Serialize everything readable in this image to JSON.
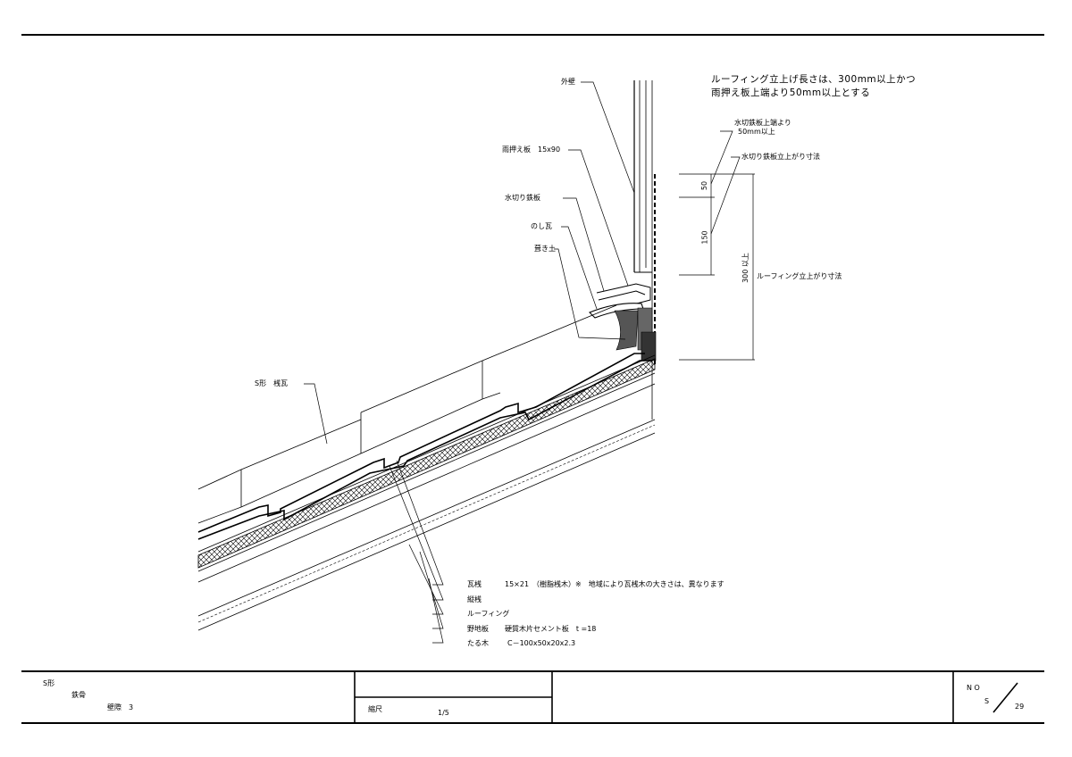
{
  "notes": {
    "main_line1": "ルーフィング立上げ長さは、300mm以上かつ",
    "main_line2": "雨押え板上端より50mm以上とする",
    "top_gap_line1": "水切鉄板上端より",
    "top_gap_line2": "50mm以上",
    "flashing_height": "水切り鉄板立上がり寸法",
    "roofing_height": "ルーフィング立上がり寸法"
  },
  "dimensions": {
    "d50": "50",
    "d150": "150",
    "d300": "300 以上"
  },
  "labels": {
    "wall": "外壁",
    "flashing_board": "雨押え板　15x90",
    "flashing_sheet": "水切り鉄板",
    "noshi": "のし瓦",
    "mortar": "葺き土",
    "tile": "S形　桟瓦"
  },
  "legend": [
    {
      "name": "瓦桟",
      "spec": "15×21　（樹脂桟木）※　地域により瓦桟木の大きさは、異なります"
    },
    {
      "name": "縦桟",
      "spec": ""
    },
    {
      "name": "ルーフィング",
      "spec": ""
    },
    {
      "name": "野地板",
      "spec": "硬質木片セメント板　t =18"
    },
    {
      "name": "たる木",
      "spec": "C－100x50x20x2.3"
    }
  ],
  "title_block": {
    "line1": "S形",
    "line2": "鉄骨",
    "line3": "壁際　3",
    "scale_label": "縮尺",
    "scale_value": "1/5",
    "no_label": "N O",
    "no_series": "S",
    "no_number": "29"
  }
}
